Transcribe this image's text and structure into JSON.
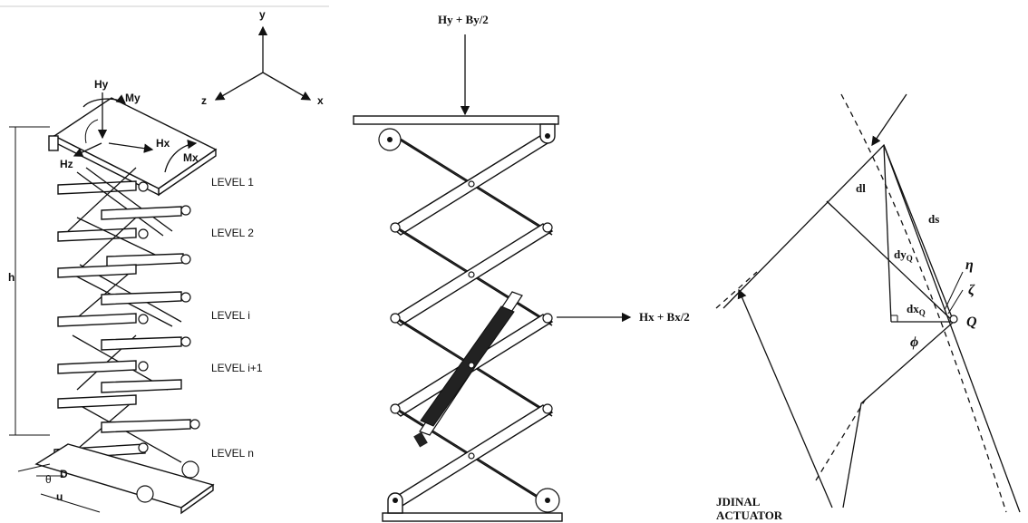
{
  "panel_a": {
    "axes": {
      "y": "y",
      "z": "z",
      "x": "x"
    },
    "loads": {
      "hy": "Hy",
      "my": "My",
      "hx": "Hx",
      "hz": "Hz",
      "mx": "Mx"
    },
    "levels": [
      "LEVEL 1",
      "LEVEL 2",
      "LEVEL i",
      "LEVEL i+1",
      "LEVEL n"
    ],
    "dims": {
      "h": "h",
      "d": "D",
      "theta": "θ",
      "u": "u"
    }
  },
  "panel_b": {
    "top_load": "Hy + By/2",
    "side_load": "Hx + Bx/2"
  },
  "panel_c": {
    "dl": "dl",
    "ds": "ds",
    "dyq": "dy",
    "dyq_sub": "Q",
    "dxq": "dx",
    "dxq_sub": "Q",
    "eta": "η",
    "zeta": "ζ",
    "q": "Q",
    "phi": "ϕ",
    "actuator_line1": "JDINAL",
    "actuator_line2": "ACTUATOR"
  }
}
